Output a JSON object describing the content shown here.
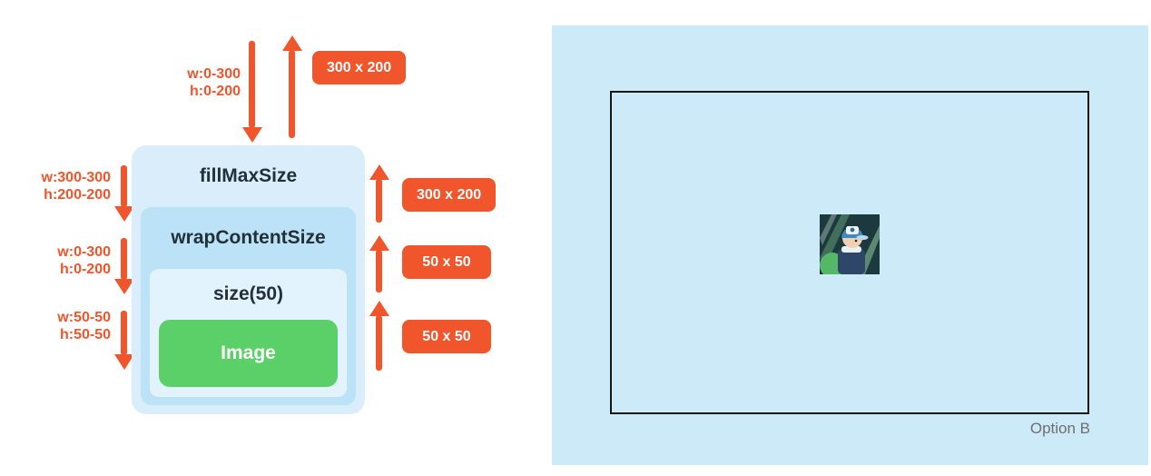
{
  "diagram": {
    "boxes": {
      "outer": "fillMaxSize",
      "middle": "wrapContentSize",
      "inner": "size(50)",
      "leaf": "Image"
    },
    "constraints": {
      "incoming": {
        "w": "w:0-300",
        "h": "h:0-200"
      },
      "after_fillMaxSize": {
        "w": "w:300-300",
        "h": "h:200-200"
      },
      "after_wrapContentSize": {
        "w": "w:0-300",
        "h": "h:0-200"
      },
      "after_size50": {
        "w": "w:50-50",
        "h": "h:50-50"
      }
    },
    "measured_sizes": {
      "returned_to_parent": "300 x 200",
      "fillMaxSize": "300 x 200",
      "wrapContentSize": "50 x 50",
      "size50": "50 x 50"
    }
  },
  "preview": {
    "caption": "Option B"
  },
  "colors": {
    "accent_orange": "#F1552B",
    "box_outer_blue": "#D9EDFB",
    "box_middle_blue": "#BCE2F7",
    "box_inner_blue": "#E3F3FD",
    "image_green": "#5BD069",
    "preview_background": "#CDEAF9",
    "frame_border": "#161616"
  }
}
